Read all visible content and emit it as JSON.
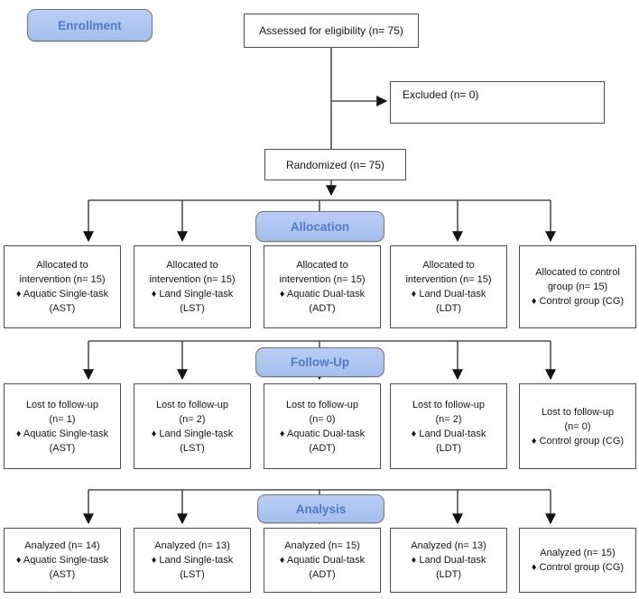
{
  "colors": {
    "stage_fill_top": "#b9cef4",
    "stage_fill_bottom": "#a5bfee",
    "stage_border": "#73737c",
    "stage_text": "#4d7cc4",
    "box_border": "#4d4d4d",
    "line": "#4f4f4f",
    "arrow": "#141414",
    "text": "#151515"
  },
  "stage_labels": {
    "enrollment": "Enrollment",
    "allocation": "Allocation",
    "followup": "Follow-Up",
    "analysis": "Analysis"
  },
  "enrollment": {
    "assessed": "Assessed for eligibility (n= 75)",
    "excluded": "Excluded (n= 0)",
    "randomized": "Randomized (n= 75)"
  },
  "allocation": {
    "boxes": [
      {
        "lines": [
          "Allocated to",
          "intervention (n= 15)",
          "♦ Aquatic Single-task",
          "(AST)"
        ]
      },
      {
        "lines": [
          "Allocated to",
          "intervention (n= 15)",
          "♦ Land Single-task",
          "(LST)"
        ]
      },
      {
        "lines": [
          "Allocated to",
          "intervention (n= 15)",
          "♦ Aquatic Dual-task",
          "(ADT)"
        ]
      },
      {
        "lines": [
          "Allocated to",
          "intervention (n= 15)",
          "♦ Land Dual-task",
          "(LDT)"
        ]
      },
      {
        "lines": [
          "Allocated to control",
          "group (n= 15)",
          "♦ Control group (CG)"
        ]
      }
    ]
  },
  "followup": {
    "boxes": [
      {
        "lines": [
          "Lost to follow-up",
          "(n= 1)",
          "♦ Aquatic Single-task",
          "(AST)"
        ]
      },
      {
        "lines": [
          "Lost to follow-up",
          "(n= 2)",
          "♦ Land Single-task",
          "(LST)"
        ]
      },
      {
        "lines": [
          "Lost to follow-up",
          "(n= 0)",
          "♦ Aquatic Dual-task",
          "(ADT)"
        ]
      },
      {
        "lines": [
          "Lost to follow-up",
          "(n= 2)",
          "♦ Land Dual-task",
          "(LDT)"
        ]
      },
      {
        "lines": [
          "Lost to follow-up",
          "(n= 0)",
          "♦ Control group (CG)"
        ]
      }
    ]
  },
  "analysis": {
    "boxes": [
      {
        "lines": [
          "Analyzed (n= 14)",
          "♦ Aquatic Single-task",
          "(AST)"
        ]
      },
      {
        "lines": [
          "Analyzed (n= 13)",
          "♦ Land Single-task",
          "(LST)"
        ]
      },
      {
        "lines": [
          "Analyzed (n= 15)",
          "♦ Aquatic Dual-task",
          "(ADT)"
        ]
      },
      {
        "lines": [
          "Analyzed (n= 13)",
          "♦ Land Dual-task",
          "(LDT)"
        ]
      },
      {
        "lines": [
          "Analyzed (n= 15)",
          "♦ Control group (CG)"
        ]
      }
    ]
  }
}
